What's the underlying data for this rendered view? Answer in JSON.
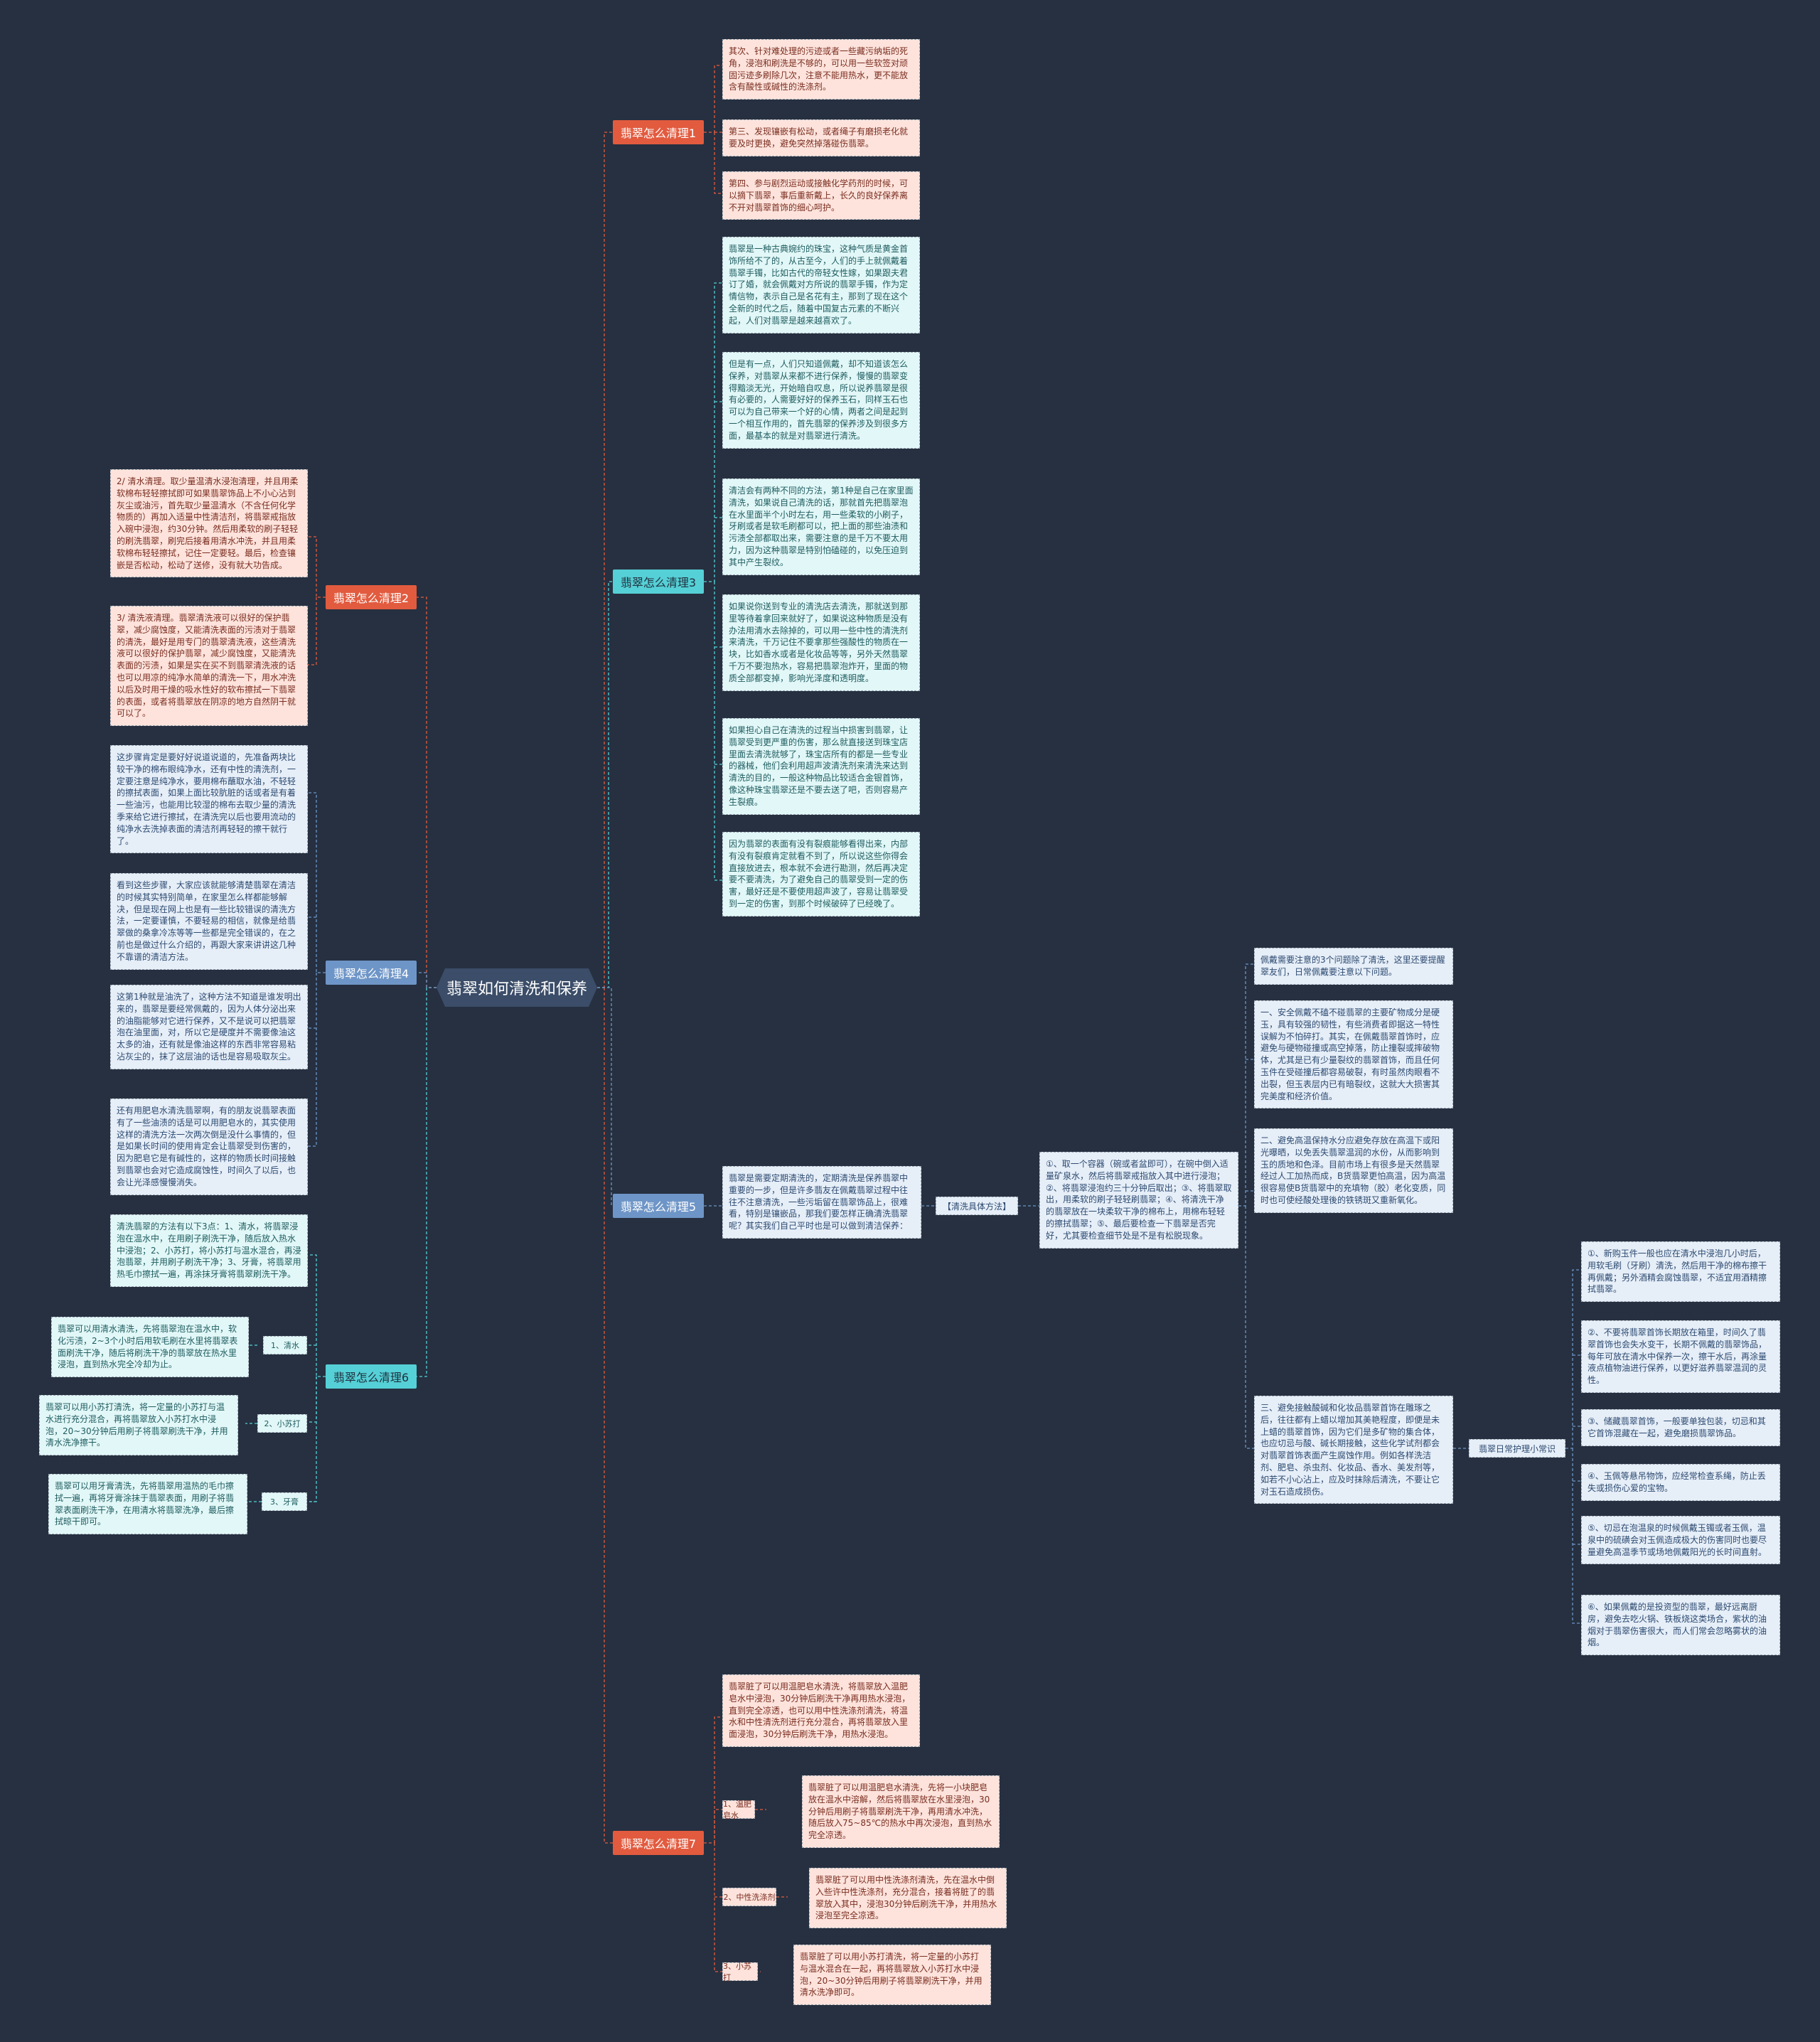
{
  "root": "翡翠如何清洗和保养",
  "colors": {
    "background": "#263040",
    "red": "#e25b3f",
    "cyan": "#55d0d6",
    "blue": "#6e95c7"
  },
  "b1": {
    "label": "翡翠怎么清理1",
    "c1": "其次、针对难处理的污迹或者一些藏污纳垢的死角，浸泡和刷洗是不够的，可以用一些软签对顽固污迹多刷除几次，注意不能用热水，更不能放含有酸性或碱性的洗涤剂。",
    "c2": "第三、发现镶嵌有松动，或者绳子有磨损老化就要及时更换，避免突然掉落碰伤翡翠。",
    "c3": "第四、参与剧烈运动或接触化学药剂的时候，可以摘下翡翠，事后重新戴上，长久的良好保养离不开对翡翠首饰的细心呵护。"
  },
  "b3": {
    "label": "翡翠怎么清理3",
    "c1": "翡翠是一种古典婉约的珠宝，这种气质是黄金首饰所给不了的，从古至今，人们的手上就佩戴着翡翠手镯，比如古代的帝轻女性嫁，如果跟夫君订了婚，就会佩戴对方所说的翡翠手镯，作为定情信物，表示自己是名花有主，那到了现在这个全新的时代之后，随着中国复古元素的不断兴起，人们对翡翠是越来越喜欢了。",
    "c2": "但是有一点，人们只知道佩戴，却不知道该怎么保养，对翡翠从来都不进行保养，慢慢的翡翠变得黯淡无光，开始暗自叹息，所以说养翡翠是很有必要的，人需要好好的保养玉石，同样玉石也可以为自己带来一个好的心情，两者之间是起到一个相互作用的，首先翡翠的保养涉及到很多方面，最基本的就是对翡翠进行清洗。",
    "c3": "清洁会有两种不同的方法，第1种是自己在家里面清洗，如果说自己清洗的话，那就首先把翡翠泡在水里面半个小时左右，用一些柔软的小刷子，牙刷或者是软毛刷都可以，把上面的那些油渍和污渍全部都取出来，需要注意的是千万不要太用力，因为这种翡翠是特别怕磕碰的，以免压迫到其中产生裂纹。",
    "c4": "如果说你送到专业的清洗店去清洗，那就送到那里等待着拿回来就好了，如果说这种物质是没有办法用清水去除掉的，可以用一些中性的清洗剂来清洗，千万记住不要拿那些强酸性的物质在一块，比如香水或者是化妆品等等，另外天然翡翠千万不要泡热水，容易把翡翠泡炸开，里面的物质全部都变掉，影响光泽度和透明度。",
    "c5": "如果担心自己在清洗的过程当中损害到翡翠，让翡翠受到更严重的伤害，那么就直接送到珠宝店里面去清洗就够了，珠宝店所有的都是一些专业的器械，他们会利用超声波清洗剂来清洗来达到清洗的目的，一般这种物品比较适合金银首饰，像这种珠宝翡翠还是不要去送了吧，否则容易产生裂痕。",
    "c6": "因为翡翠的表面有没有裂痕能够看得出来，内部有没有裂痕肯定就看不到了，所以说这些你得会直接放进去，根本就不会进行勘测，然后再决定要不要清洗，为了避免自己的翡翠受到一定的伤害，最好还是不要使用超声波了，容易让翡翠受到一定的伤害，到那个时候破碎了已经晚了。"
  },
  "b5": {
    "label": "翡翠怎么清理5",
    "intro": "翡翠是需要定期清洗的，定期清洗是保养翡翠中重要的一步，但是许多翡友在佩戴翡翠过程中往往不注意清洗，一些污垢留在翡翠饰品上，很难看，特别是镶嵌品，那我们要怎样正确清洗翡翠呢？其实我们自己平时也是可以做到清洁保养：",
    "method_label": "【清洗具体方法】",
    "method": "①、取一个容器（碗或者盆即可），在碗中倒入适量矿泉水，然后将翡翠戒指放入其中进行浸泡；②、将翡翠浸泡约三十分钟后取出；③、将翡翠取出，用柔软的刷子轻轻刷翡翠；④、将清洗干净的翡翠放在一块柔软干净的棉布上，用棉布轻轻的擦拭翡翠；⑤、最后要检查一下翡翠是否完好，尤其要检查细节处是不是有松脱现象。",
    "care_intro": "佩戴需要注意的3个问题除了清洗，这里还要提醒翠友们，日常佩戴要注意以下问题。",
    "care1": "一、安全佩戴不磕不碰翡翠的主要矿物成分是硬玉，具有较强的韧性，有些消费者即据这一特性误解为不怕碎打。其实，在佩戴翡翠首饰时，应避免与硬物碰撞或高空掉落，防止撞裂或摔破物体，尤其是已有少量裂纹的翡翠首饰，而且任何玉件在受碰撞后都容易破裂，有时虽然肉眼看不出裂，但玉表层内已有暗裂纹，这就大大损害其完美度和经济价值。",
    "care2": "二、避免高温保持水分应避免存放在高温下或阳光曝晒，以免丢失翡翠温润的水份，从而影响到玉的质地和色泽。目前市场上有很多是天然翡翠经过人工加热而成，B货翡翠更怕高温，因为高温很容易使B货翡翠中的充填物（胶）老化变质，同时也可使经酸处理後的铁锈斑又重新氧化。",
    "care3": "三、避免接触酸碱和化妆品翡翠首饰在雕琢之后，往往都有上蜡以增加其美艳程度，即便是未上蜡的翡翠首饰，因为它们是多矿物的集合体，也应切忌与酸、碱长期接触，这些化学试剂都会对翡翠首饰表面产生腐蚀作用。例如各样洗洁剂、肥皂、杀虫剂、化妆品、香水、美发剂等，如若不小心沾上，应及时抹除后清洗，不要让它对玉石造成损伤。",
    "daily_label": "翡翠日常护理小常识",
    "tip1": "①、新购玉件一般也应在清水中浸泡几小时后，用软毛刷（牙刷）清洗，然后用干净的棉布擦干再佩戴；另外酒精会腐蚀翡翠，不适宜用酒精擦拭翡翠。",
    "tip2": "②、不要将翡翠首饰长期放在箱里，时间久了翡翠首饰也会失水变干，长期不佩戴的翡翠饰品，每年可放在清水中保养一次，擦干水后，再涂量液点植物油进行保养，以更好滋养翡翠温润的灵性。",
    "tip3": "③、储藏翡翠首饰，一般要单独包装，切忌和其它首饰混藏在一起，避免磨损翡翠饰品。",
    "tip4": "④、玉佩等悬吊物饰，应经常检查系绳，防止丢失或损伤心爱的宝物。",
    "tip5": "⑤、切忌在泡温泉的时候佩戴玉镯或者玉佩，温泉中的硫磺会对玉佩造成极大的伤害同时也要尽量避免高温季节或场地佩戴阳光的长时间直射。",
    "tip6": "⑥、如果佩戴的是投资型的翡翠，最好远离厨房，避免去吃火锅、铁板烧这类场合，紫状的油烟对于翡翠伤害很大，而人们常会忽略雾状的油烟。"
  },
  "b7": {
    "label": "翡翠怎么清理7",
    "intro": "翡翠脏了可以用温肥皂水清洗，将翡翠放入温肥皂水中浸泡，30分钟后刷洗干净再用热水浸泡，直到完全凉透，也可以用中性洗涤剂清洗，将温水和中性清洗剂进行充分混合，再将翡翠放入里面浸泡，30分钟后刷洗干净，用热水浸泡。",
    "s1_label": "1、温肥皂水",
    "s1": "翡翠脏了可以用温肥皂水清洗，先将一小块肥皂放在温水中溶解，然后将翡翠放在水里浸泡，30分钟后用刷子将翡翠刷洗干净，再用清水冲洗，随后放入75~85℃的热水中再次浸泡，直到热水完全凉透。",
    "s2_label": "2、中性洗涤剂",
    "s2": "翡翠脏了可以用中性洗涤剂清洗，先在温水中倒入些许中性洗涤剂，充分混合，接着将脏了的翡翠放入其中，浸泡30分钟后刷洗干净，并用热水浸泡至完全凉透。",
    "s3_label": "3、小苏打",
    "s3": "翡翠脏了可以用小苏打清洗，将一定量的小苏打与温水混合在一起，再将翡翠放入小苏打水中浸泡，20~30分钟后用刷子将翡翠刷洗干净，并用清水洗净即可。"
  },
  "b2": {
    "label": "翡翠怎么清理2",
    "c1": "2/ 清水清理。取少量温清水浸泡清理，并且用柔软棉布轻轻擦拭即可如果翡翠饰品上不小心沾到灰尘或油污，首先取少量温清水（不含任何化学物质的）再加入适量中性清洁剂，将翡翠戒指放入碗中浸泡，约30分钟。然后用柔软的刷子轻轻的刷洗翡翠，刷完后接着用清水冲洗，并且用柔软棉布轻轻擦拭，记住一定要轻。最后，检查镶嵌是否松动，松动了送修，没有就大功告成。",
    "c2": "3/ 清洗液清理。翡翠清洗液可以很好的保护翡翠，减少腐蚀度，又能清洗表面的污渍对于翡翠的清洗，最好是用专门的翡翠清洗液，这些清洗液可以很好的保护翡翠，减少腐蚀度，又能清洗表面的污渍，如果是实在买不到翡翠清洗液的话也可以用凉的纯净水简单的清洗一下，用水冲洗以后及时用干燥的吸水性好的软布擦拭一下翡翠的表面，或者将翡翠放在阴凉的地方自然阴干就可以了。"
  },
  "b4": {
    "label": "翡翠怎么清理4",
    "c1": "这步骤肯定是要好好说道说道的，先准备两块比较干净的棉布眼纯净水，还有中性的清洗剂，一定要注意是纯净水，要用棉布蘸取水油，不轻轻的擦拭表面，如果上面比较肮脏的话或者是有着一些油污，也能用比较湿的棉布去取少量的清洗季来给它进行擦拭，在清洗完以后也要用流动的纯净水去洗掉表面的清洁剂再轻轻的擦干就行了。",
    "c2": "看到这些步骤，大家应该就能够清楚翡翠在清洁的时候其实特别简单，在家里怎么样都能够解决，但是现在网上也是有一些比较错误的清洗方法，一定要谨慎，不要轻易的相信，就像是给翡翠做的桑拿冷冻等等一些都是完全错误的，在之前也是做过什么介绍的，再跟大家来讲讲这几种不靠谱的清洁方法。",
    "c3": "这第1种就是油洗了，这种方法不知道是谁发明出来的，翡翠是要经常佩戴的，因为人体分泌出来的油脂能够对它进行保养，又不是说可以把翡翠泡在油里面，对，所以它是硬度并不需要像油这太多的油，还有就是像油这样的东西非常容易粘沾灰尘的，抹了这层油的话也是容易吸取灰尘。",
    "c4": "还有用肥皂水清洗翡翠啊，有的朋友说翡翠表面有了一些油渍的话是可以用肥皂水的，其实使用这样的清洗方法一次两次倒是没什么事情的，但是如果长时间的使用肯定会让翡翠受到伤害的，因为肥皂它是有碱性的，这样的物质长时间接触到翡翠也会对它造成腐蚀性，时间久了以后，也会让光泽感慢慢消失。"
  },
  "b6": {
    "label": "翡翠怎么清理6",
    "intro": "清洗翡翠的方法有以下3点：1、清水，将翡翠浸泡在温水中，在用刷子刷洗干净，随后放入热水中浸泡；2、小苏打，将小苏打与温水混合，再浸泡翡翠，并用刷子刷洗干净；3、牙膏，将翡翠用热毛巾擦拭一遍，再涂抹牙膏将翡翠刷洗干净。",
    "s1_label": "1、清水",
    "s1": "翡翠可以用清水清洗，先将翡翠泡在温水中，软化污渍，2~3个小时后用软毛刷在水里将翡翠表面刷洗干净，随后将刷洗干净的翡翠放在热水里浸泡，直到热水完全冷却为止。",
    "s2_label": "2、小苏打",
    "s2": "翡翠可以用小苏打清洗，将一定量的小苏打与温水进行充分混合，再将翡翠放入小苏打水中浸泡，20~30分钟后用刷子将翡翠刷洗干净，并用清水洗净擦干。",
    "s3_label": "3、牙膏",
    "s3": "翡翠可以用牙膏清洗，先将翡翠用温热的毛巾擦拭一遍，再将牙膏涂抹于翡翠表面，用刷子将翡翠表面刷洗干净，在用清水将翡翠洗净，最后擦拭晾干即可。"
  }
}
